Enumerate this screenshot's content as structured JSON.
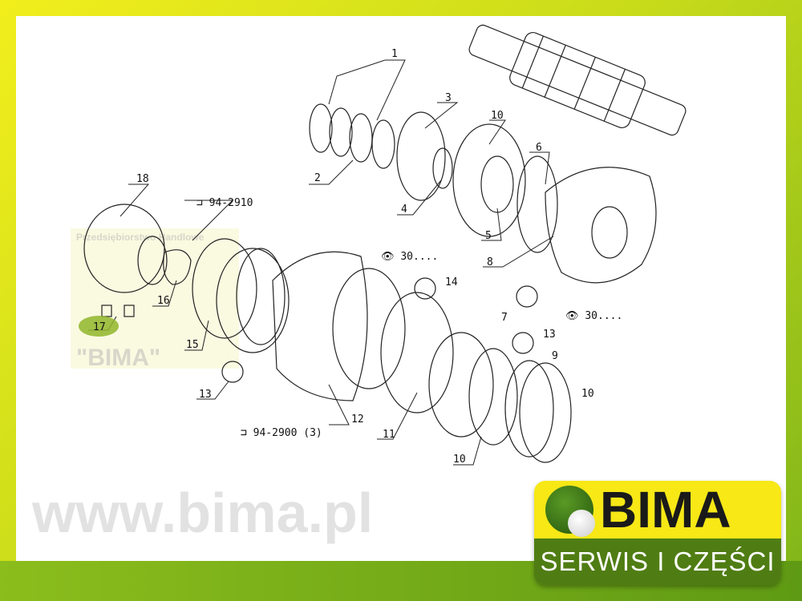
{
  "diagram": {
    "part_labels": [
      "1",
      "2",
      "3",
      "10",
      "6",
      "4",
      "5",
      "8",
      "7",
      "18",
      "16",
      "17",
      "15",
      "13",
      "14",
      "13",
      "12",
      "11",
      "10",
      "9",
      "10"
    ],
    "references": [
      "94-2910",
      "94-2900 (3)",
      "30....",
      "30...."
    ],
    "watermark": {
      "url": "www.bima.pl",
      "company": "Przedsiębiorstwo Handlowe",
      "name": "\"BIMA\""
    }
  },
  "logo": {
    "brand": "BIMA",
    "tagline": "SERWIS I CZĘŚCI"
  }
}
